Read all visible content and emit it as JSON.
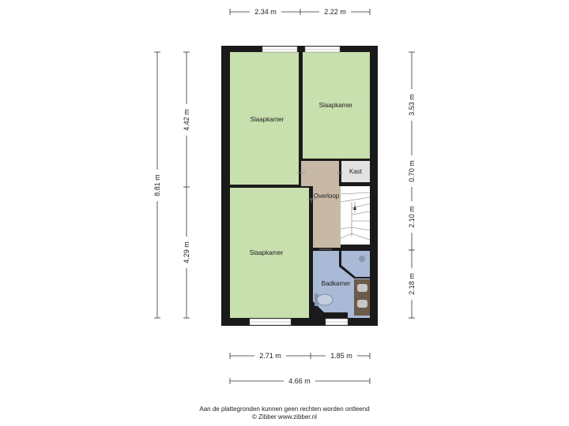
{
  "dimensions": {
    "top_left": "2.34 m",
    "top_right": "2.22 m",
    "bottom_left": "2.71 m",
    "bottom_right": "1.85 m",
    "bottom_total": "4.66 m",
    "left_total": "8.81 m",
    "left_upper": "4.42 m",
    "left_lower": "4.29 m",
    "right_1": "3.53 m",
    "right_2": "0.70 m",
    "right_3": "2.10 m",
    "right_4": "2.18 m"
  },
  "rooms": {
    "bedroom_top_left": "Slaapkamer",
    "bedroom_top_right": "Slaapkamer",
    "bedroom_bottom": "Slaapkamer",
    "landing": "Overloop",
    "closet": "Kast",
    "bathroom": "Badkamer"
  },
  "colors": {
    "wall": "#1a1a1a",
    "bedroom": "#c8dfae",
    "landing": "#c7b9a6",
    "bathroom": "#a9b9d6",
    "closet": "#e2e2e2",
    "sink": "#6b5b4b"
  },
  "footer": {
    "line1": "Aan de plattegronden kunnen geen rechten worden ontleend",
    "line2": "© Zibber www.zibber.nl"
  }
}
